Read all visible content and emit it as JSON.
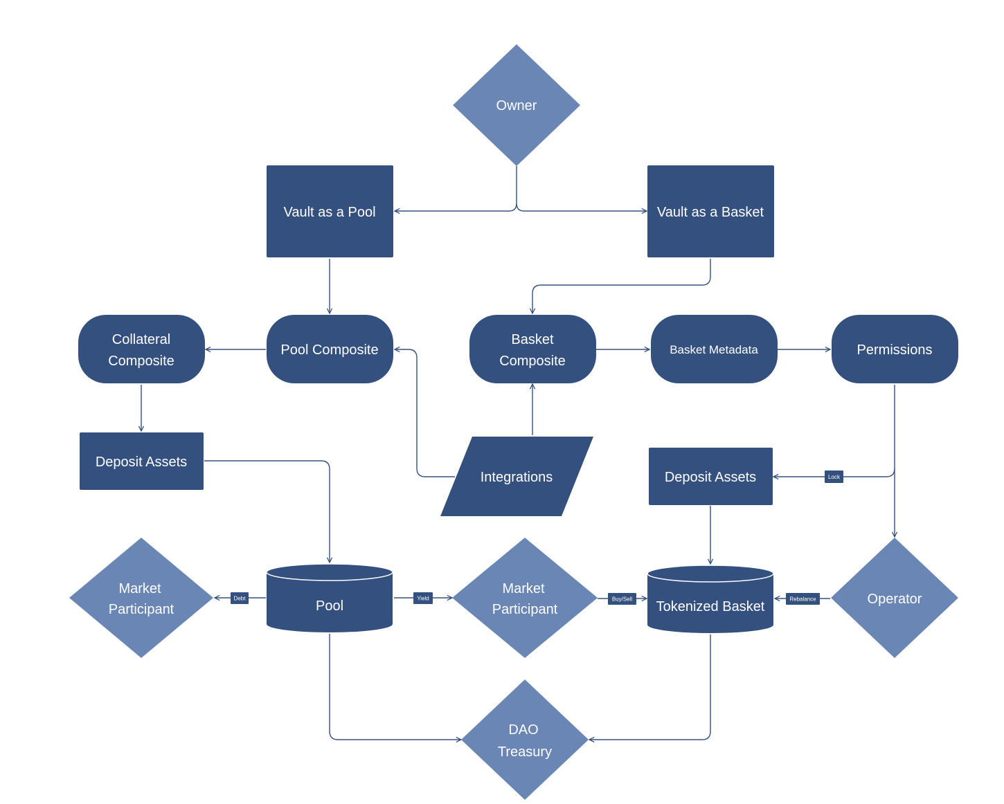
{
  "colors": {
    "dark_node": "#34507f",
    "light_node": "#6a86b5",
    "edge": "#35507f",
    "text": "#ffffff"
  },
  "nodes": {
    "owner": "Owner",
    "vault_pool": "Vault as a Pool",
    "vault_basket": "Vault as a Basket",
    "collateral_composite": [
      "Collateral",
      "Composite"
    ],
    "pool_composite": "Pool Composite",
    "basket_composite": [
      "Basket",
      "Composite"
    ],
    "basket_metadata": "Basket Metadata",
    "permissions": "Permissions",
    "deposit_assets_left": "Deposit Assets",
    "integrations": "Integrations",
    "deposit_assets_right": "Deposit Assets",
    "market_participant_left": [
      "Market",
      "Participant"
    ],
    "pool": "Pool",
    "market_participant_center": [
      "Market",
      "Participant"
    ],
    "tokenized_basket": "Tokenized Basket",
    "operator": "Operator",
    "dao_treasury": [
      "DAO",
      "Treasury"
    ]
  },
  "edge_labels": {
    "debt": "Debt",
    "yield": "Yield",
    "buy_sell": "Buy/Sell",
    "rebalance": "Rebalance",
    "lock": "Lock"
  }
}
